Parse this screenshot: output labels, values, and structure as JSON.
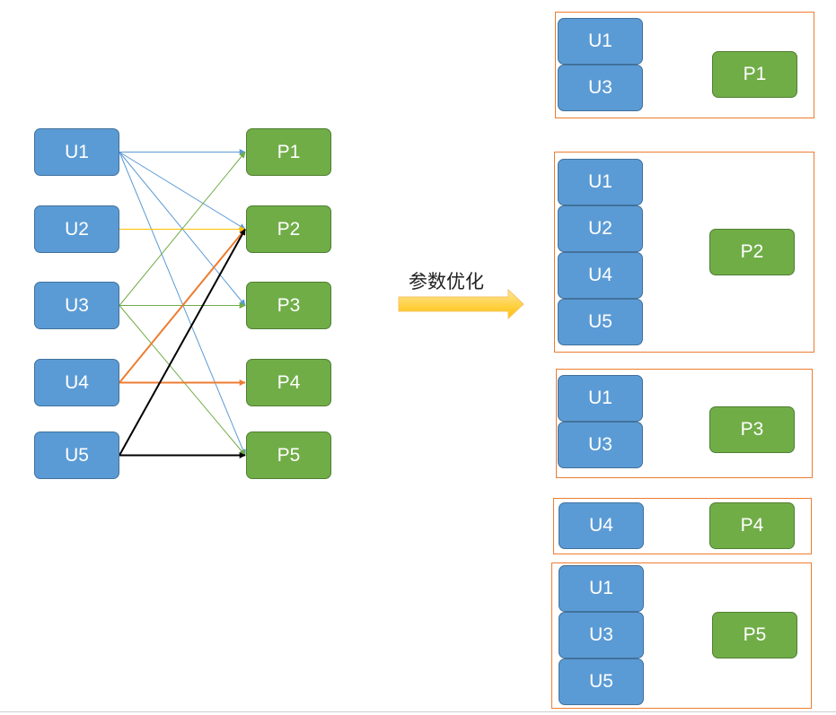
{
  "left_users": [
    "U1",
    "U2",
    "U3",
    "U4",
    "U5"
  ],
  "left_products": [
    "P1",
    "P2",
    "P3",
    "P4",
    "P5"
  ],
  "edges": [
    {
      "from": "U1",
      "to": "P1",
      "color": "#5b9bd5"
    },
    {
      "from": "U1",
      "to": "P2",
      "color": "#5b9bd5"
    },
    {
      "from": "U1",
      "to": "P3",
      "color": "#5b9bd5"
    },
    {
      "from": "U1",
      "to": "P5",
      "color": "#5b9bd5"
    },
    {
      "from": "U2",
      "to": "P2",
      "color": "#ffc000"
    },
    {
      "from": "U3",
      "to": "P1",
      "color": "#70ad47"
    },
    {
      "from": "U3",
      "to": "P3",
      "color": "#70ad47"
    },
    {
      "from": "U3",
      "to": "P5",
      "color": "#70ad47"
    },
    {
      "from": "U4",
      "to": "P2",
      "color": "#ed7d31"
    },
    {
      "from": "U4",
      "to": "P4",
      "color": "#ed7d31"
    },
    {
      "from": "U5",
      "to": "P2",
      "color": "#000000"
    },
    {
      "from": "U5",
      "to": "P5",
      "color": "#000000"
    }
  ],
  "transform_label": "参数优化",
  "groups": [
    {
      "users": [
        "U1",
        "U3"
      ],
      "product": "P1"
    },
    {
      "users": [
        "U1",
        "U2",
        "U4",
        "U5"
      ],
      "product": "P2"
    },
    {
      "users": [
        "U1",
        "U3"
      ],
      "product": "P3"
    },
    {
      "users": [
        "U4"
      ],
      "product": "P4"
    },
    {
      "users": [
        "U1",
        "U3",
        "U5"
      ],
      "product": "P5"
    }
  ],
  "colors": {
    "user_fill": "#5b9bd5",
    "product_fill": "#70ad47",
    "group_border": "#ed7d31",
    "arrow_fill": "#ffd966"
  }
}
